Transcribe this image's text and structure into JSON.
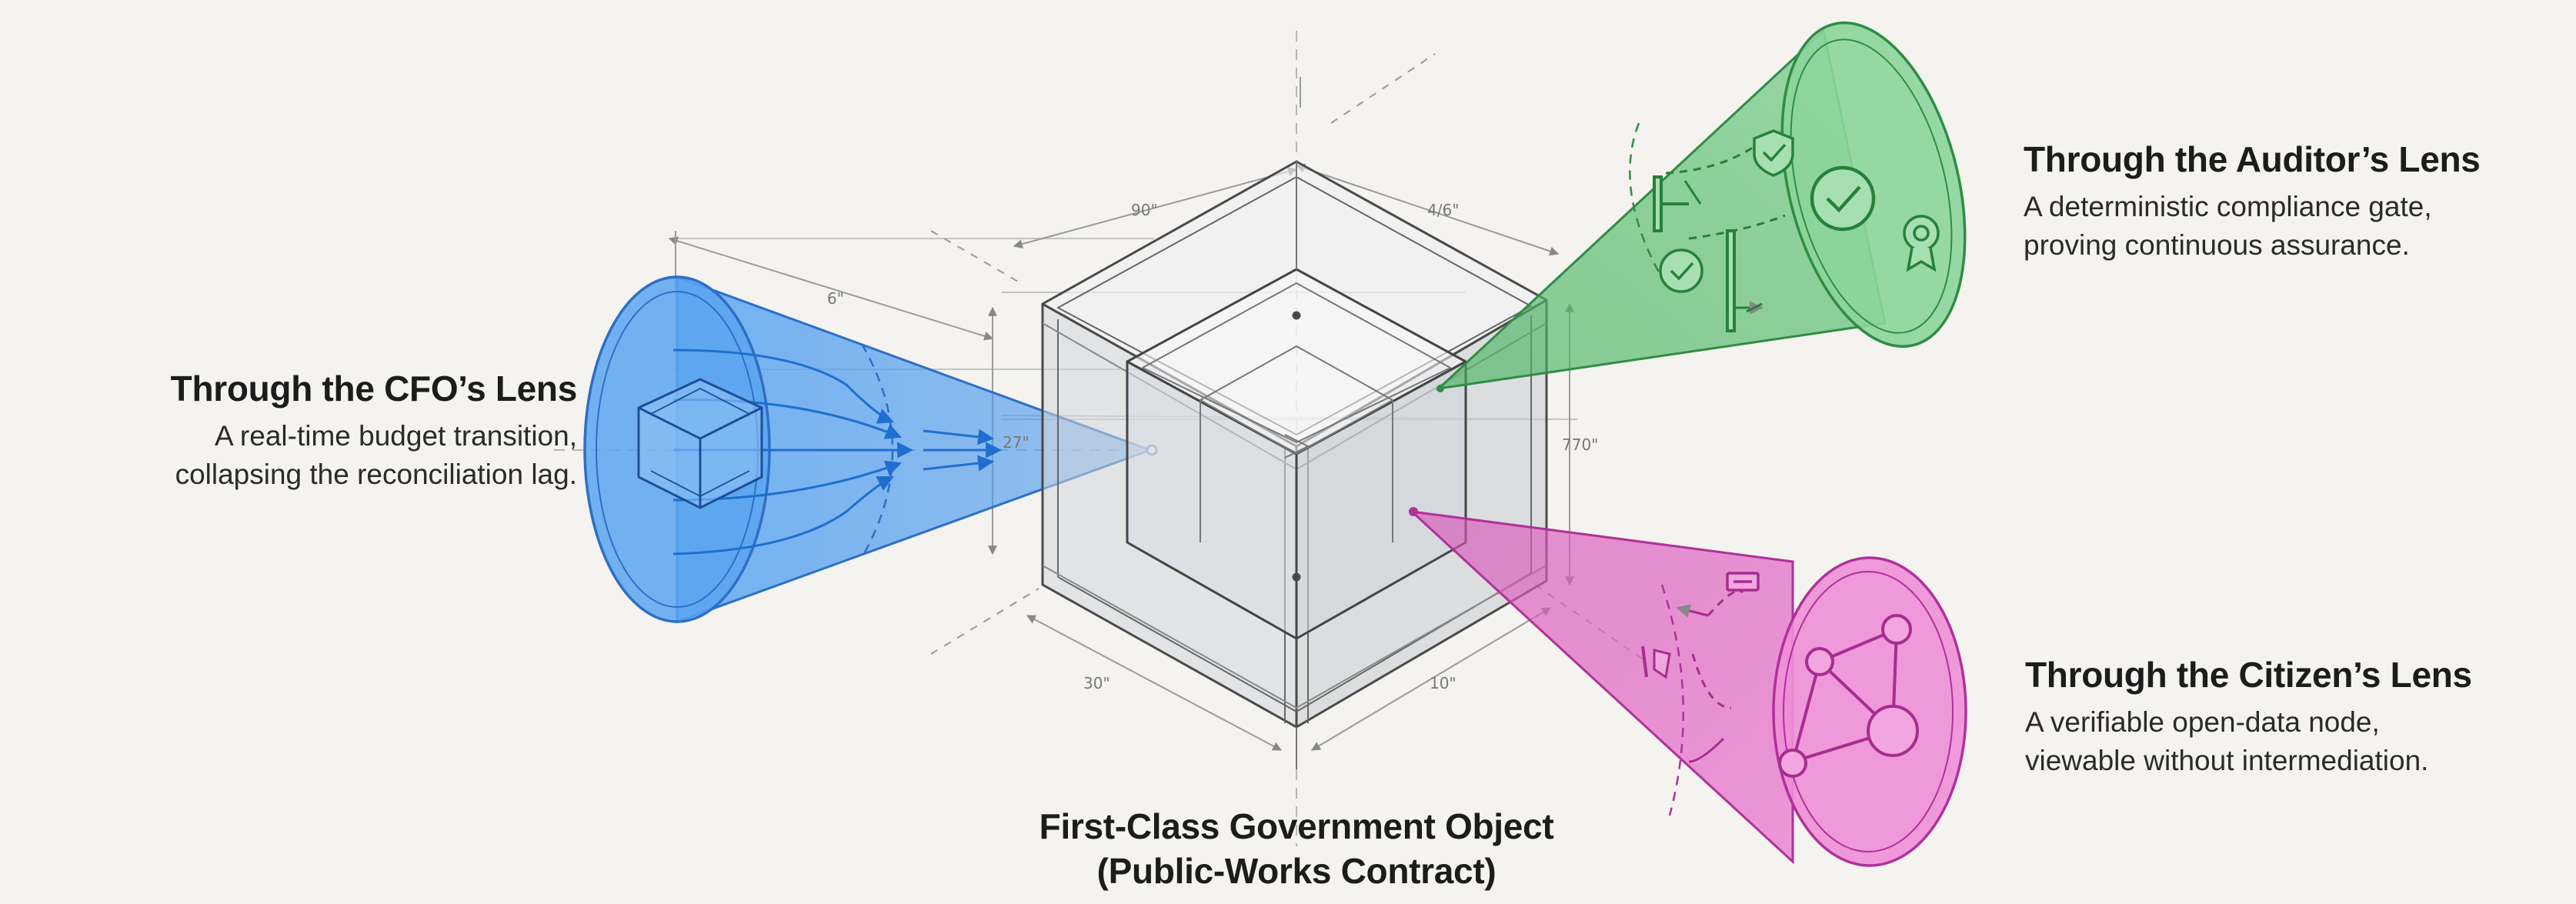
{
  "center_object": {
    "title_line1": "First-Class Government Object",
    "title_line2": "(Public-Works Contract)"
  },
  "lenses": {
    "cfo": {
      "title": "Through the CFO’s Lens",
      "line1": "A real-time budget transition,",
      "line2": "collapsing the reconciliation lag.",
      "color": "#3d8ee8"
    },
    "auditor": {
      "title": "Through the Auditor’s Lens",
      "line1": "A deterministic compliance gate,",
      "line2": "proving continuous assurance.",
      "color": "#45b35c"
    },
    "citizen": {
      "title": "Through the Citizen’s Lens",
      "line1": "A verifiable open-data node,",
      "line2": "viewable without intermediation.",
      "color": "#d94fb8"
    }
  },
  "dimensions": {
    "top_left": "90\"",
    "top_right": "4/6\"",
    "left_cone": "6\"",
    "right_side": "770\"",
    "bottom_left": "30\"",
    "bottom_right": "10\"",
    "apex_mark": "27\""
  },
  "icons": [
    "cube-icon",
    "shield-icon",
    "checkmark-icon",
    "award-badge-icon",
    "network-graph-icon",
    "document-icon"
  ]
}
